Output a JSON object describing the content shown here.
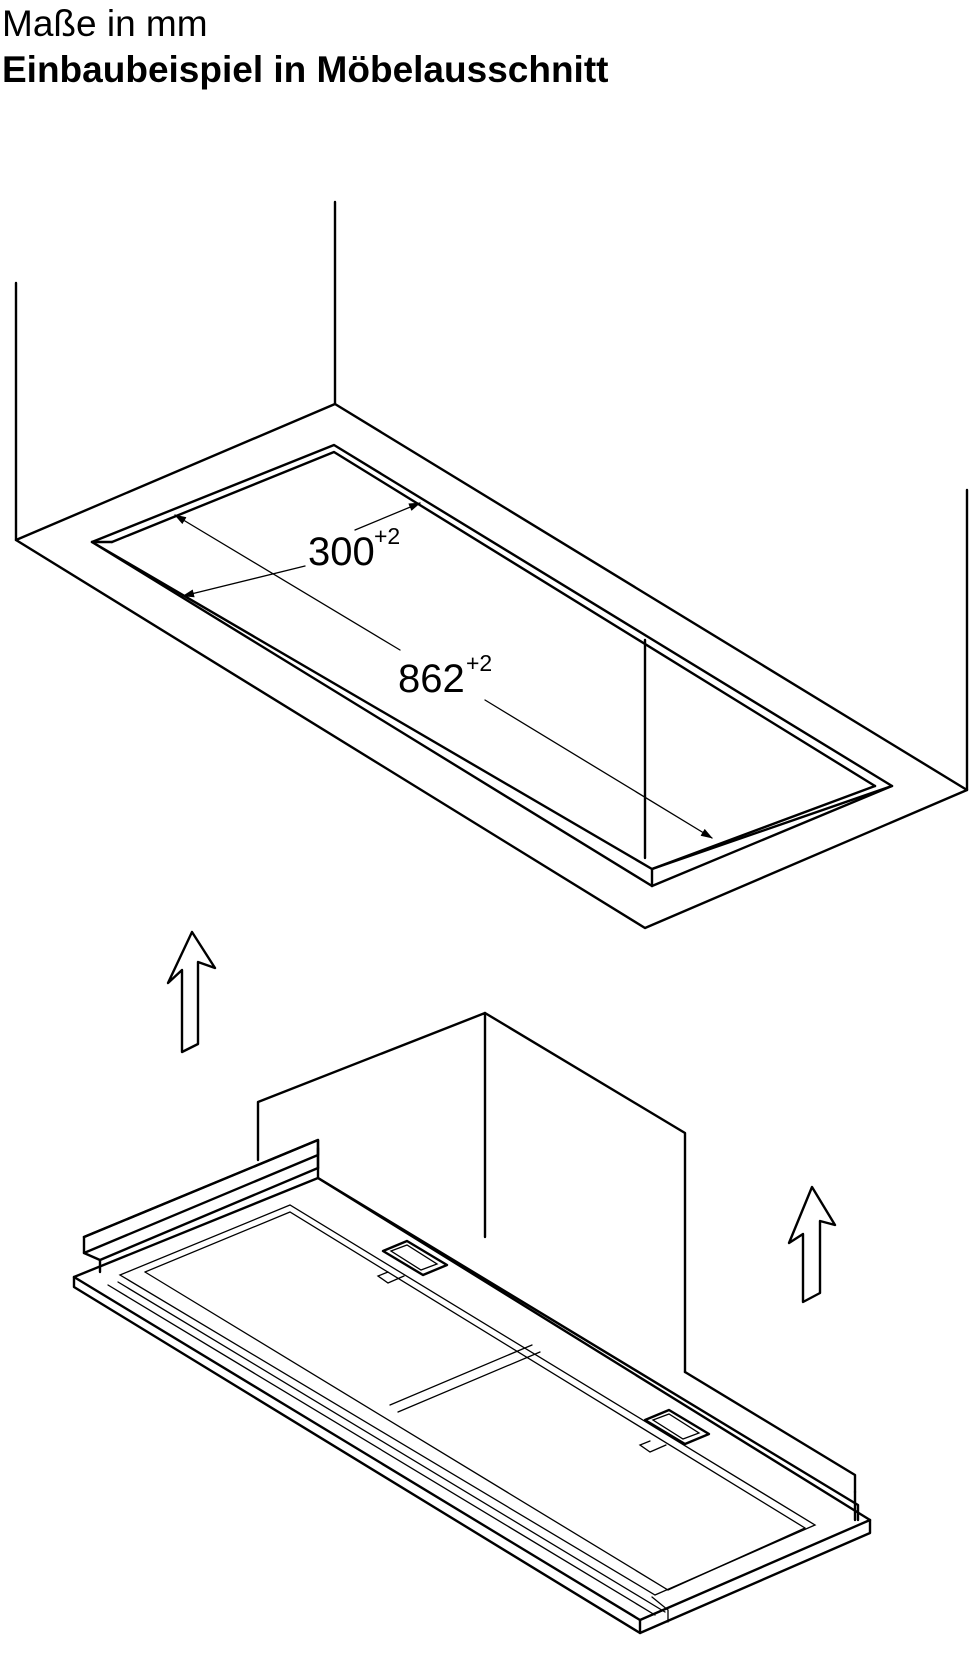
{
  "header": {
    "units_label": "Maße in mm",
    "title": "Einbaubeispiel in Möbelausschnitt"
  },
  "dimensions": {
    "depth": {
      "value": "300",
      "tolerance": "+2"
    },
    "width": {
      "value": "862",
      "tolerance": "+2"
    }
  },
  "colors": {
    "line": "#000000",
    "background": "#ffffff"
  },
  "icons": [
    "up-arrow-icon",
    "up-arrow-icon"
  ]
}
